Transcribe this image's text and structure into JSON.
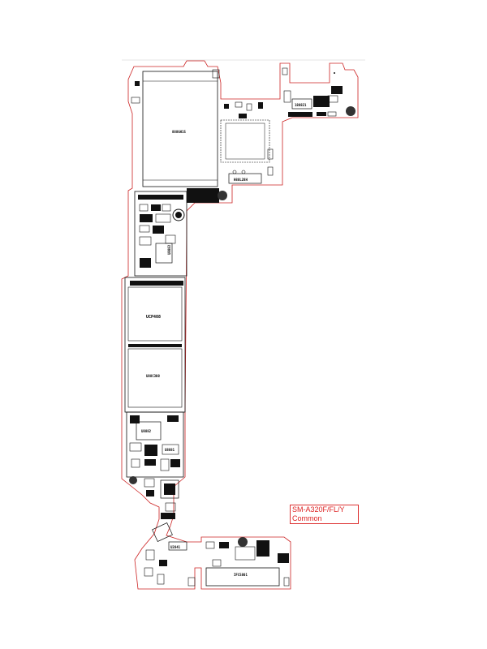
{
  "model": {
    "line1": "SM-A320F/FL/Y",
    "line2": "Common"
  },
  "labels": {
    "main_shield": "888GH15",
    "rf_chip": "188821",
    "connector": "H88L28H",
    "cpu": "UCP408",
    "memory": "U88C3H8",
    "pmic": "U8882",
    "ic_left": "U8883",
    "ic_mid": "U8881",
    "bottom_conn": "IFC5801",
    "small_conn": "U2841"
  },
  "colors": {
    "outline": "#cc2222",
    "component": "#111111",
    "background": "#ffffff"
  }
}
